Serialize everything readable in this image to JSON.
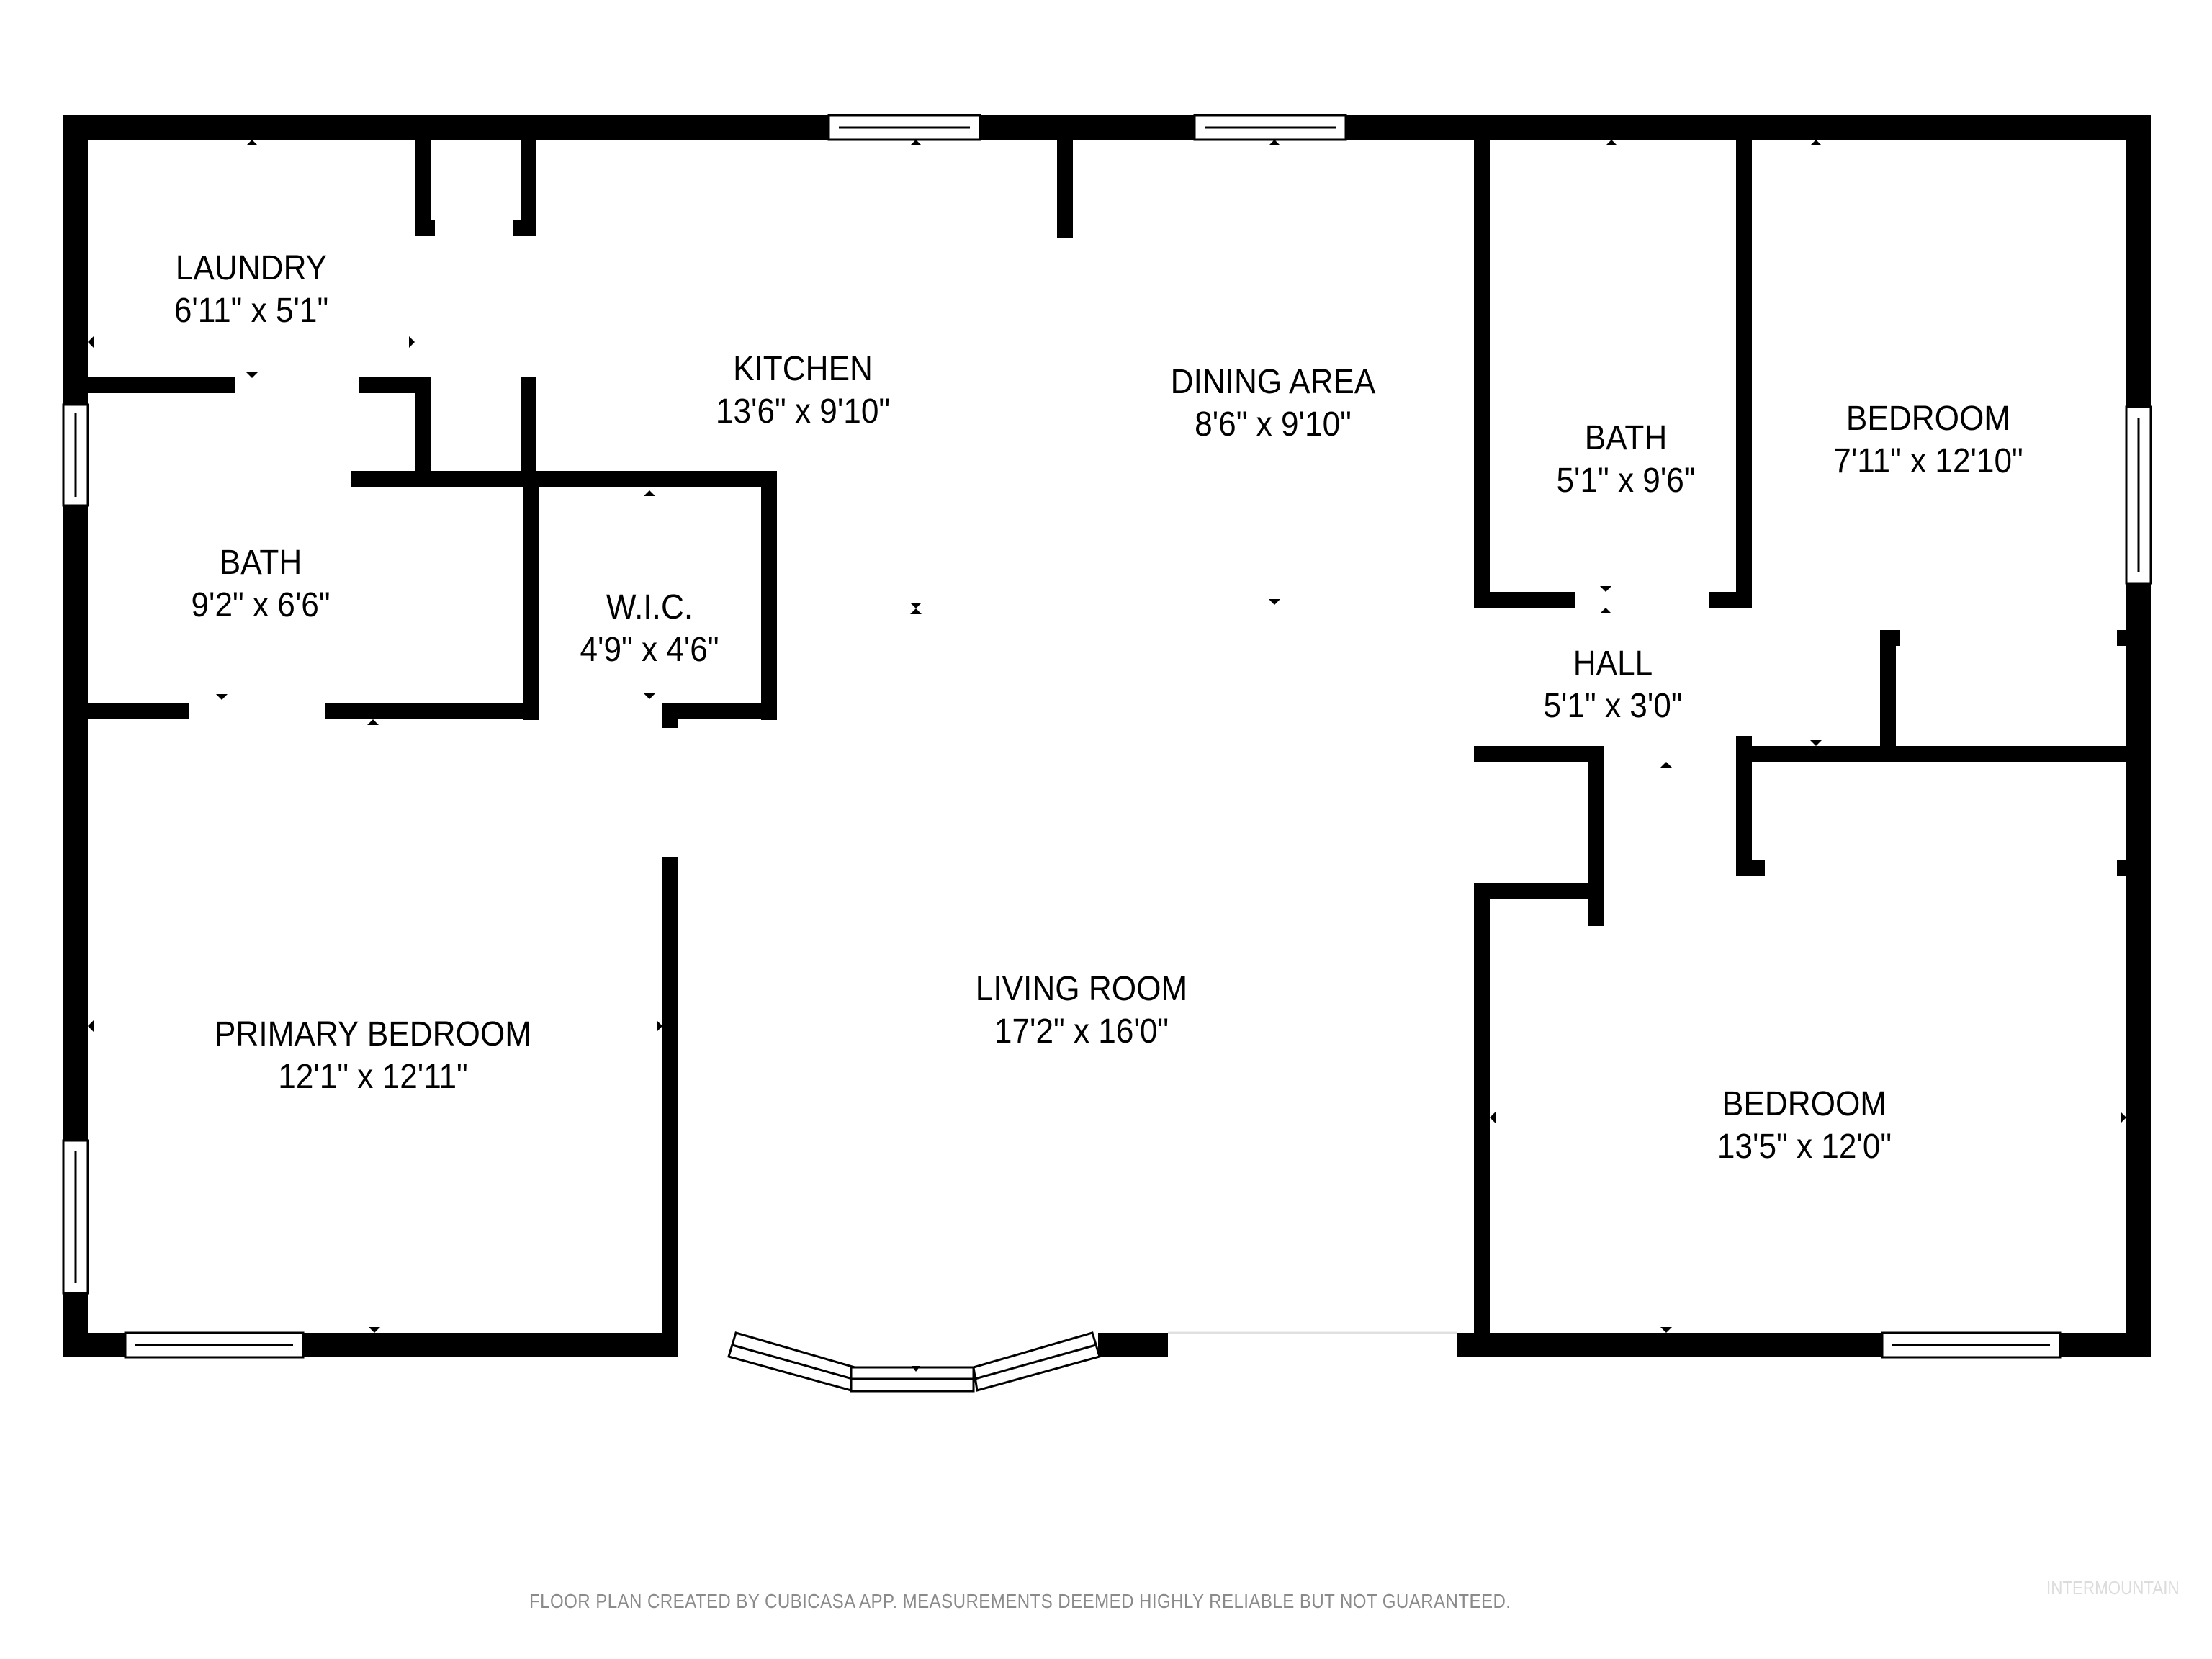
{
  "plan": {
    "type": "floor-plan",
    "colors": {
      "wall": "#000000",
      "background": "#ffffff",
      "footer_text": "#8a8a8a",
      "watermark": "#dcdcdc"
    },
    "rooms": [
      {
        "id": "laundry",
        "name": "LAUNDRY",
        "dims": "6'11\" x 5'1\""
      },
      {
        "id": "kitchen",
        "name": "KITCHEN",
        "dims": "13'6\" x 9'10\""
      },
      {
        "id": "dining",
        "name": "DINING AREA",
        "dims": "8'6\" x 9'10\""
      },
      {
        "id": "bath_hall",
        "name": "BATH",
        "dims": "5'1\" x 9'6\""
      },
      {
        "id": "bedroom_ne",
        "name": "BEDROOM",
        "dims": "7'11\" x 12'10\""
      },
      {
        "id": "bath_primary",
        "name": "BATH",
        "dims": "9'2\" x 6'6\""
      },
      {
        "id": "wic",
        "name": "W.I.C.",
        "dims": "4'9\" x 4'6\""
      },
      {
        "id": "hall",
        "name": "HALL",
        "dims": "5'1\" x 3'0\""
      },
      {
        "id": "primary_bedroom",
        "name": "PRIMARY BEDROOM",
        "dims": "12'1\" x 12'11\""
      },
      {
        "id": "living",
        "name": "LIVING ROOM",
        "dims": "17'2\" x 16'0\""
      },
      {
        "id": "bedroom_se",
        "name": "BEDROOM",
        "dims": "13'5\" x 12'0\""
      }
    ]
  },
  "footer": {
    "disclaimer": "FLOOR PLAN CREATED BY CUBICASA APP. MEASUREMENTS DEEMED HIGHLY RELIABLE BUT NOT GUARANTEED.",
    "watermark": "INTERMOUNTAIN"
  }
}
